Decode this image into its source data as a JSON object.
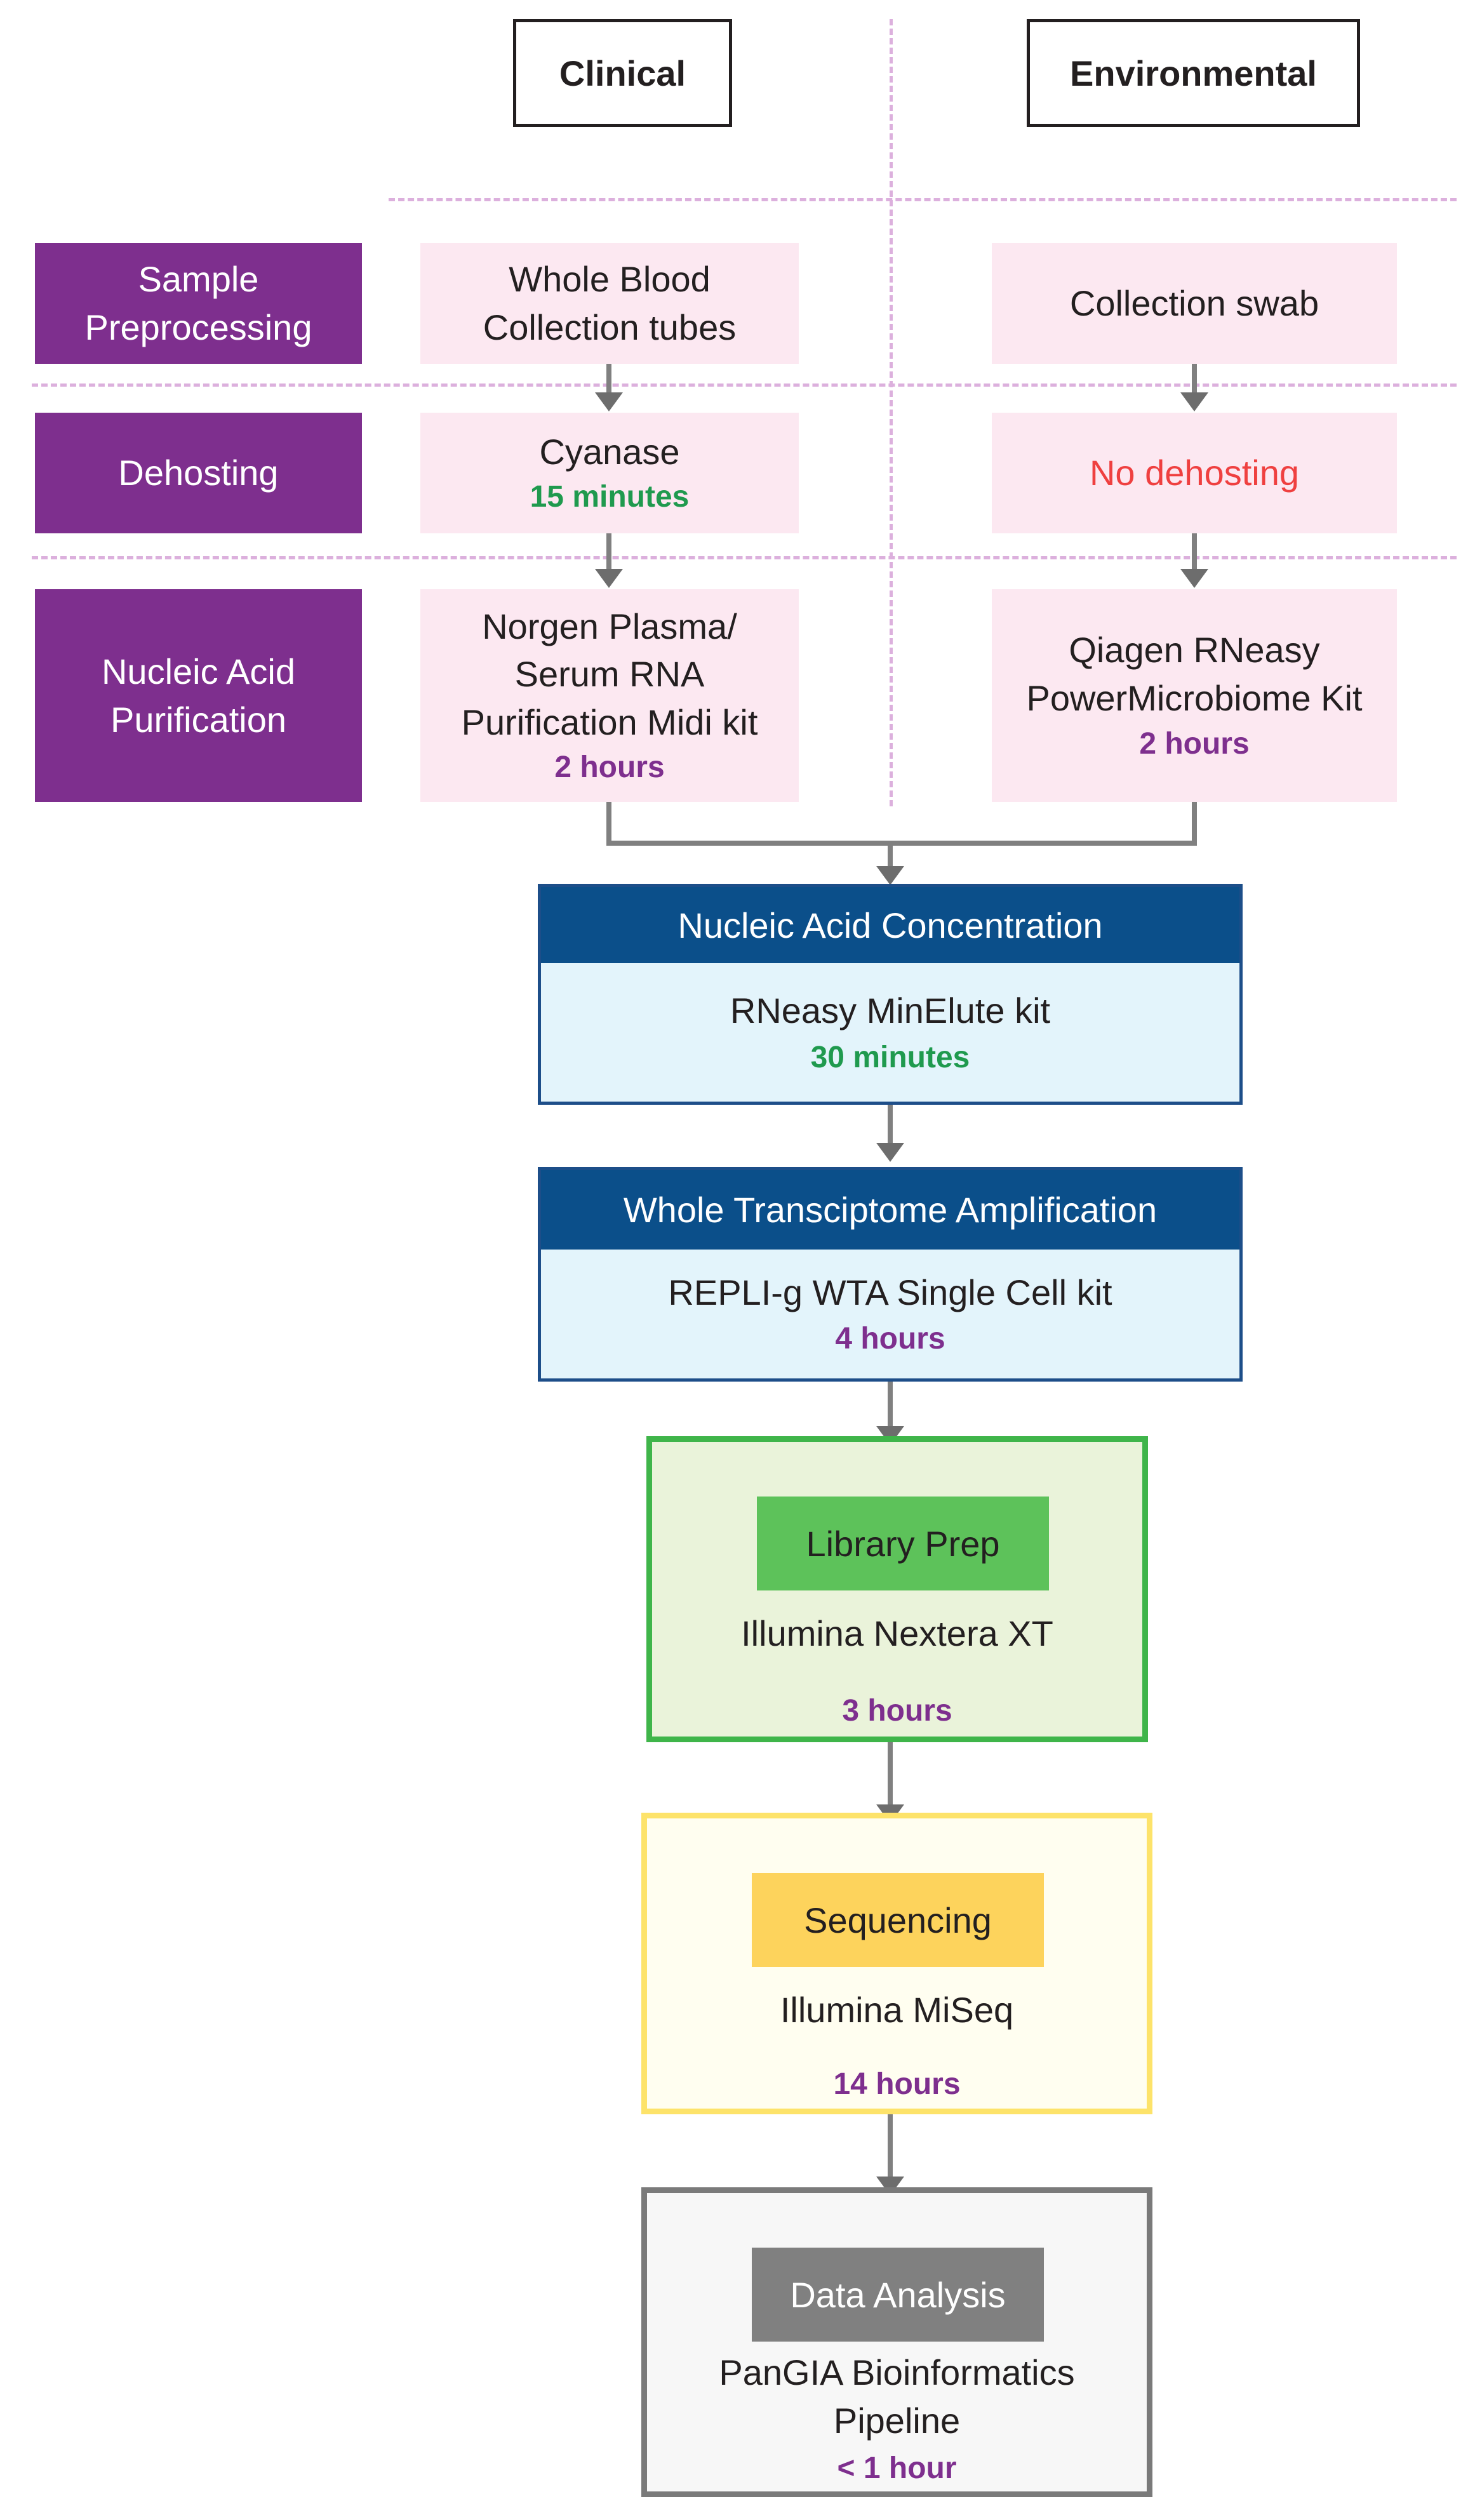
{
  "columns": {
    "clinical": "Clinical",
    "environmental": "Environmental"
  },
  "stages": {
    "sample_preprocessing": [
      "Sample",
      "Preprocessing"
    ],
    "dehosting": "Dehosting",
    "nucleic_acid_purification": [
      "Nucleic Acid",
      "Purification"
    ]
  },
  "clinical": {
    "preprocessing": [
      "Whole Blood",
      "Collection tubes"
    ],
    "dehosting": {
      "name": "Cyanase",
      "time": "15 minutes"
    },
    "purification": {
      "lines": [
        "Norgen Plasma/",
        "Serum RNA",
        "Purification Midi kit"
      ],
      "time": "2 hours"
    }
  },
  "environmental": {
    "preprocessing": "Collection swab",
    "dehosting": "No dehosting",
    "purification": {
      "lines": [
        "Qiagen RNeasy",
        "PowerMicrobiome Kit"
      ],
      "time": "2 hours"
    }
  },
  "concentration": {
    "title": "Nucleic Acid Concentration",
    "kit": "RNeasy MinElute kit",
    "time": "30 minutes"
  },
  "amplification": {
    "title": "Whole Transciptome Amplification",
    "kit": "REPLI-g WTA Single Cell kit",
    "time": "4 hours"
  },
  "library_prep": {
    "label": "Library Prep",
    "kit": "Illumina Nextera XT",
    "time": "3 hours"
  },
  "sequencing": {
    "label": "Sequencing",
    "kit": "Illumina MiSeq",
    "time": "14 hours"
  },
  "data_analysis": {
    "label": "Data Analysis",
    "tool": [
      "PanGIA Bioinformatics",
      "Pipeline"
    ],
    "time": "< 1 hour"
  },
  "colors": {
    "stage_purple": "#7e2f8e",
    "pink_box": "#fce8f1",
    "time_green": "#1f9a4e",
    "time_purple": "#7e2f8e",
    "no_dehosting_red": "#ef4040",
    "header_blue": "#0b4f8a",
    "light_blue": "#e3f4fb",
    "library_green": "#3fb54a",
    "sequencing_yellow": "#fde36a",
    "analysis_gray": "#808080"
  }
}
